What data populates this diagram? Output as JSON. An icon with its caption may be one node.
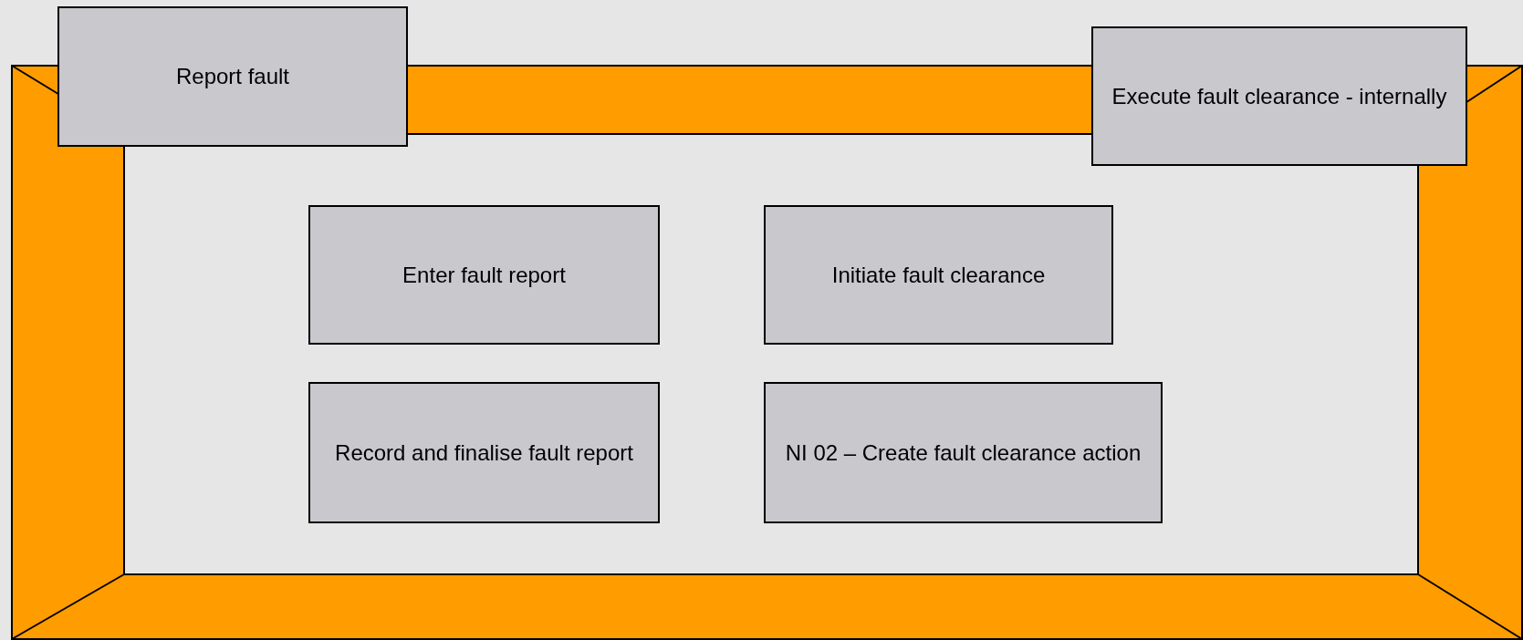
{
  "diagram": {
    "nodes": [
      {
        "text": [
          "Report fault"
        ]
      },
      {
        "text": [
          "Execute fault clearance - internally"
        ]
      },
      {
        "text": [
          "Enter fault report"
        ]
      },
      {
        "text": [
          "Initiate fault clearance"
        ]
      },
      {
        "text": [
          "Record and finalise fault report"
        ]
      },
      {
        "text": [
          "NI 02 – Create fault clearance action"
        ]
      }
    ]
  }
}
